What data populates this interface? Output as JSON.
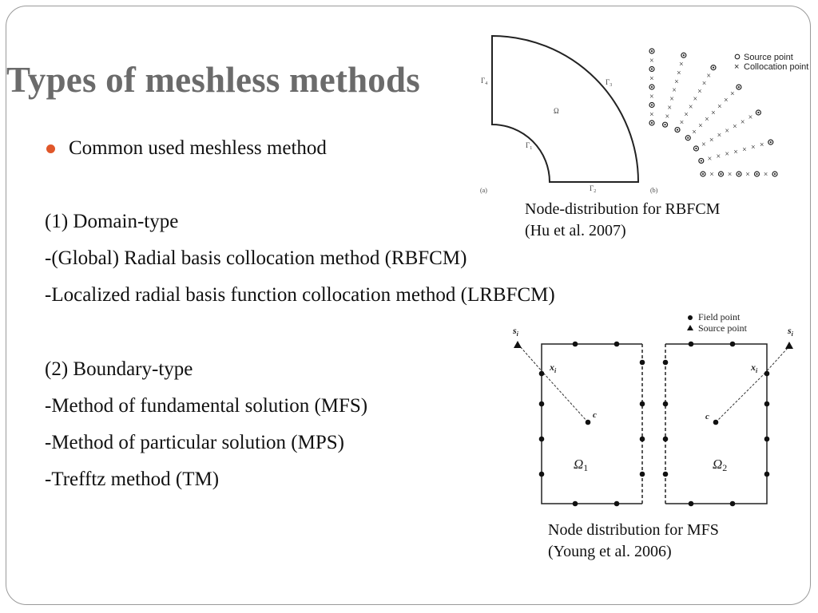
{
  "slide": {
    "title": "Types of meshless methods",
    "bullet": "Common used meshless method",
    "lines": [
      "(1) Domain-type",
      "-(Global) Radial basis collocation method (RBFCM)",
      "-Localized radial basis function collocation method (LRBFCM)",
      "(2) Boundary-type",
      "-Method of fundamental solution (MFS)",
      "-Method of particular solution (MPS)",
      "-Trefftz method (TM)"
    ]
  },
  "figure_rbfcm": {
    "caption_line1": "Node-distribution for RBFCM",
    "caption_line2": "(Hu et al. 2007)",
    "panel_a_label": "(a)",
    "panel_b_label": "(b)",
    "gamma1": "Γ",
    "gamma1_sub": "1",
    "gamma2": "Γ",
    "gamma2_sub": "2",
    "gamma3": "Γ",
    "gamma3_sub": "3",
    "gamma4": "Γ",
    "gamma4_sub": "4",
    "omega": "Ω",
    "legend_source": "Source point",
    "legend_collocation": "Collocation point"
  },
  "figure_mfs": {
    "caption_line1": "Node distribution for MFS",
    "caption_line2": "(Young et al. 2006)",
    "legend_field": "Field point",
    "legend_source": "Source point",
    "s_left": "s",
    "s_left_sub": "i",
    "s_right": "s",
    "s_right_sub": "i",
    "x_left": "x",
    "x_left_sub": "i",
    "x_right": "x",
    "x_right_sub": "i",
    "c_left": "c",
    "c_right": "c",
    "omega1": "Ω",
    "omega1_sub": "1",
    "omega2": "Ω",
    "omega2_sub": "2"
  }
}
